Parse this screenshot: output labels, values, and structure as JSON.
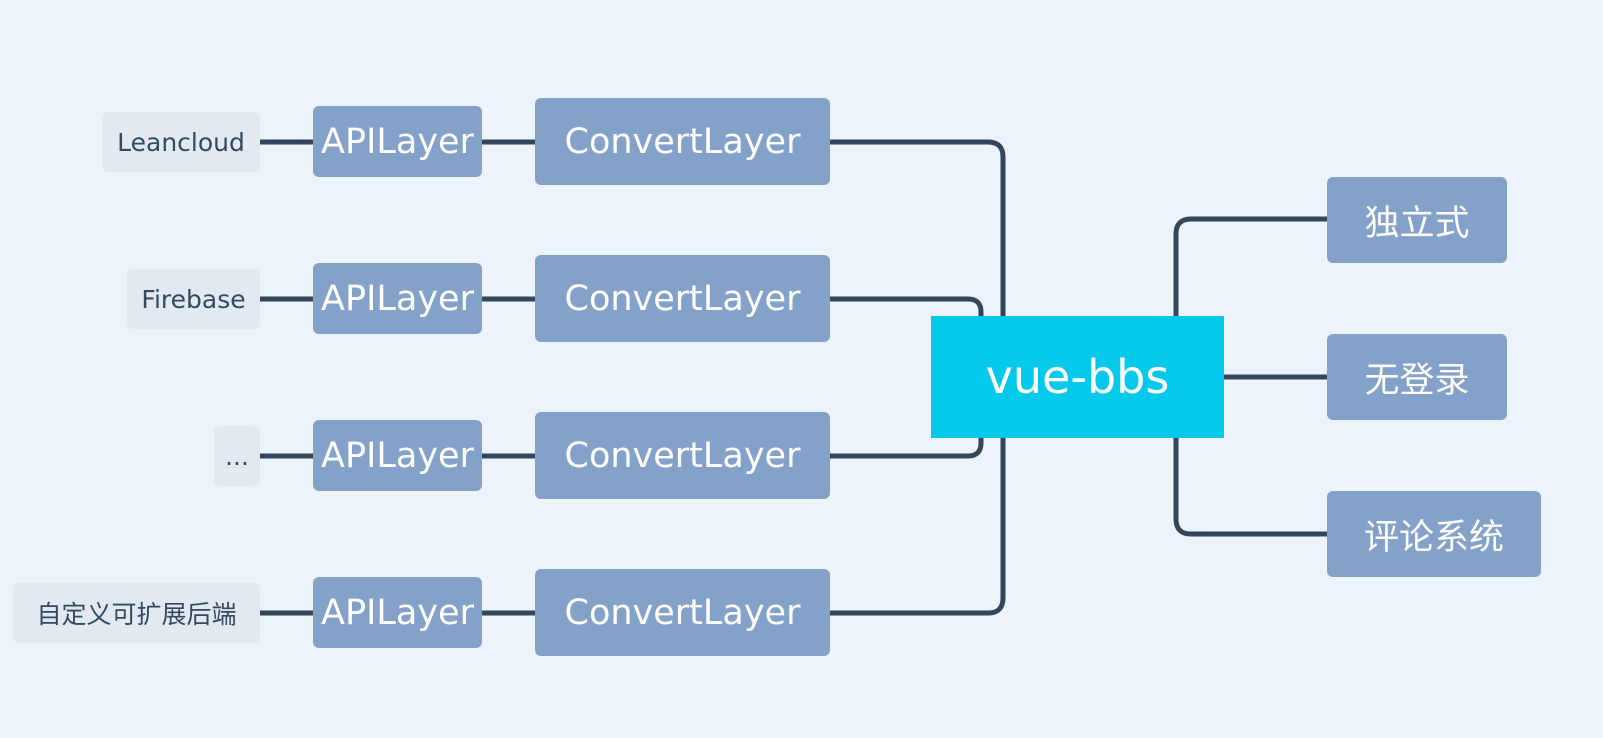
{
  "center": {
    "label": "vue-bbs"
  },
  "branches": [
    {
      "backend": "Leancloud",
      "api": "APILayer",
      "convert": "ConvertLayer"
    },
    {
      "backend": "Firebase",
      "api": "APILayer",
      "convert": "ConvertLayer"
    },
    {
      "backend": "...",
      "api": "APILayer",
      "convert": "ConvertLayer"
    },
    {
      "backend": "自定义可扩展后端",
      "api": "APILayer",
      "convert": "ConvertLayer"
    }
  ],
  "features": [
    {
      "label": "独立式"
    },
    {
      "label": "无登录"
    },
    {
      "label": "评论系统"
    }
  ],
  "colors": {
    "background": "#edf3fa",
    "center": "#05c9eb",
    "layer": "#84a2c9",
    "backend": "#e2e9f1",
    "line": "#33465c"
  }
}
